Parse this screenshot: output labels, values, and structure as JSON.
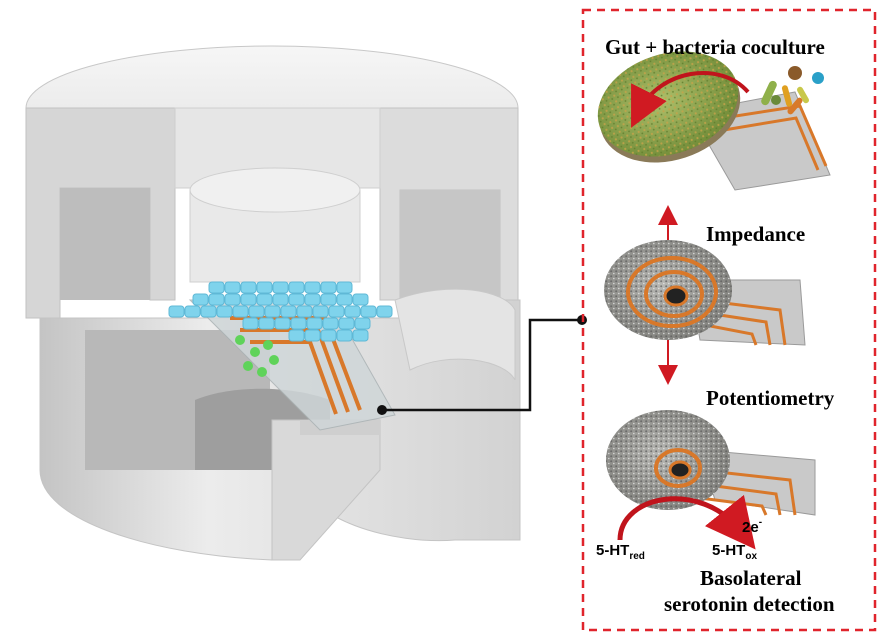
{
  "panel_titles": {
    "coculture": "Gut + bacteria coculture",
    "impedance": "Impedance",
    "potentiometry": "Potentiometry"
  },
  "serotonin": {
    "reduced_base": "5-HT",
    "reduced_sub": "red",
    "oxidized_base": "5-HT",
    "oxidized_sub": "ox",
    "electrons_base": "2e",
    "electrons_sup": "-"
  },
  "detection_caption": {
    "line1": "Basolateral",
    "line2": "serotonin detection"
  },
  "colors": {
    "frame_dash": "#e0242c",
    "arrow_red": "#c0141c",
    "cell_blue": "#7fd3ec",
    "electrode_orange": "#d8782a",
    "housing_gray": "#dcdcdc",
    "bacteria_green": "#8fb04a",
    "serotonin_green": "#5fd35a"
  }
}
